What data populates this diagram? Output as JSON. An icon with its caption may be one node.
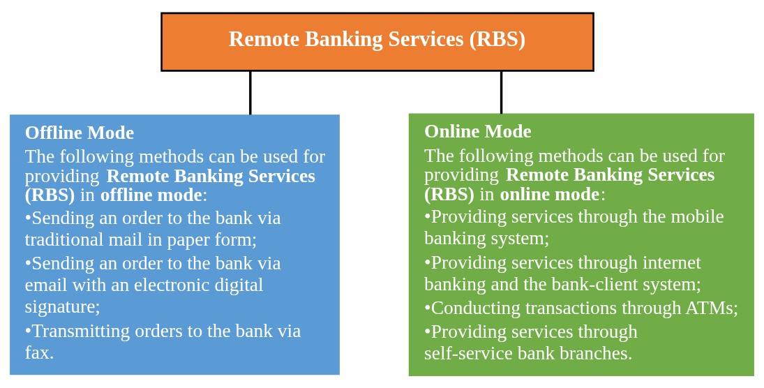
{
  "diagram": {
    "nodes": [
      {
        "text": [
          "Remote Banking Services (RBS)"
        ]
      },
      {
        "text": [
          "Offline Mode",
          "The following methods can be used for providing **Remote Banking Services (RBS)** in **offline mode**:",
          "•Sending an order to the bank via traditional mail in paper form;",
          "•Sending an order to the bank via email with an electronic digital signature;",
          "•Transmitting orders to the bank via fax."
        ]
      },
      {
        "text": [
          "Online Mode",
          "The following methods can be used for providing **Remote Banking Services (RBS)** in **online mode**:",
          "•Providing services through the mobile banking system;",
          "•Providing services through internet banking and the bank-client system;",
          "•Conducting transactions through ATMs;",
          "•Providing services through self-service bank branches."
        ]
      }
    ],
    "edges": [
      {
        "from": 0,
        "to": 1,
        "arrow": "none"
      },
      {
        "from": 0,
        "to": 2,
        "arrow": "none"
      }
    ]
  }
}
